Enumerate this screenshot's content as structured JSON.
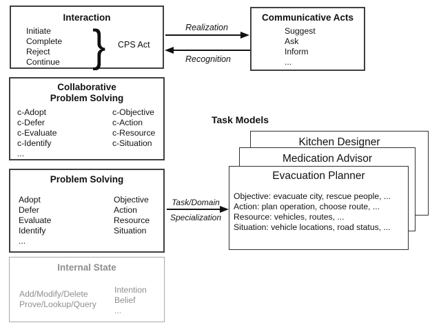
{
  "interaction": {
    "title": "Interaction",
    "items": [
      "Initiate",
      "Complete",
      "Reject",
      "Continue"
    ],
    "brace": "}",
    "brace_label": "CPS Act"
  },
  "communicative_acts": {
    "title": "Communicative Acts",
    "items": [
      "Suggest",
      "Ask",
      "Inform",
      "..."
    ]
  },
  "arrows": {
    "realization": "Realization",
    "recognition": "Recognition",
    "specialization_top": "Task/Domain",
    "specialization_bottom": "Specialization"
  },
  "collaborative_problem_solving": {
    "title_line1": "Collaborative",
    "title_line2": "Problem Solving",
    "left_items": [
      "c-Adopt",
      "c-Defer",
      "c-Evaluate",
      "c-Identify",
      "..."
    ],
    "right_items": [
      "c-Objective",
      "c-Action",
      "c-Resource",
      "c-Situation"
    ]
  },
  "problem_solving": {
    "title": "Problem Solving",
    "left_items": [
      "Adopt",
      "Defer",
      "Evaluate",
      "Identify",
      "..."
    ],
    "right_items": [
      "Objective",
      "Action",
      "Resource",
      "Situation"
    ]
  },
  "internal_state": {
    "title": "Internal State",
    "left_items": [
      "Add/Modify/Delete",
      "Prove/Lookup/Query"
    ],
    "right_items": [
      "Intention",
      "Belief",
      "..."
    ]
  },
  "task_models": {
    "label": "Task Models",
    "back_title": "Kitchen Designer",
    "middle_title": "Medication Advisor",
    "front_title": "Evacuation Planner",
    "front_lines": [
      "Objective: evacuate city, rescue people, ...",
      "Action: plan operation, choose route, ...",
      "Resource: vehicles, routes, ...",
      "Situation: vehicle locations, road status, ..."
    ]
  },
  "colors": {
    "ink": "#111111",
    "border_dark": "#3f3f3f",
    "border_thin": "#2f2f2f",
    "muted": "#8e8e8e",
    "muted_border": "#a8a8a8",
    "bg": "#ffffff"
  }
}
